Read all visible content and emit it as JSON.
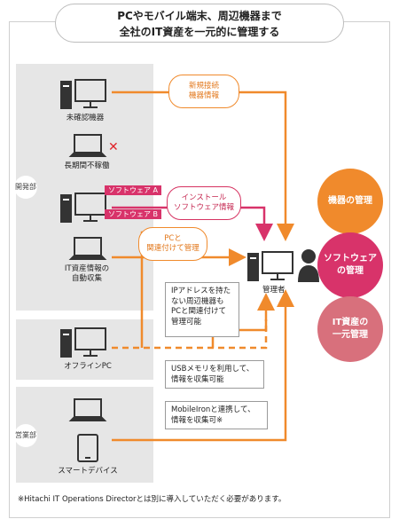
{
  "title": {
    "line1": "PCやモバイル端末、周辺機器まで",
    "line2": "全社のIT資産を一元的に管理する"
  },
  "groups": {
    "dev": "開発部",
    "sales": "営業部"
  },
  "devices": {
    "unconfirmed": "未確認機器",
    "inactive": "長期間不稼働",
    "it_asset_line1": "IT資産情報の",
    "it_asset_line2": "自動収集",
    "offline_pc": "オフラインPC",
    "smart_device": "スマートデバイス"
  },
  "tags": {
    "software_a": "ソフトウェア A",
    "software_b": "ソフトウェア B"
  },
  "pills": {
    "new_conn_1": "新規接続",
    "new_conn_2": "機器情報",
    "install_1": "インストール",
    "install_2": "ソフトウェア情報",
    "pc_link_1": "PCと",
    "pc_link_2": "関連付けて管理"
  },
  "manager": "管理者",
  "notes": {
    "ip_1": "IPアドレスを持た",
    "ip_2": "ない周辺機器も",
    "ip_3": "PCと関連付けて",
    "ip_4": "管理可能",
    "usb_1": "USBメモリを利用して、",
    "usb_2": "情報を収集可能",
    "mobile_1": "MobileIronと連携して、",
    "mobile_2": "情報を収集可※"
  },
  "circles": {
    "device_1": "機器の管理",
    "software_1": "ソフトウェア",
    "software_2": "の管理",
    "it_1": "IT資産の",
    "it_2": "一元管理"
  },
  "footnote": "※Hitachi IT Operations Directorとは別に導入していただく必要があります。",
  "colors": {
    "orange": "#f08a2c",
    "pink": "#d8336a",
    "rose": "#d8707c",
    "gray_bg": "#e6e6e6"
  }
}
